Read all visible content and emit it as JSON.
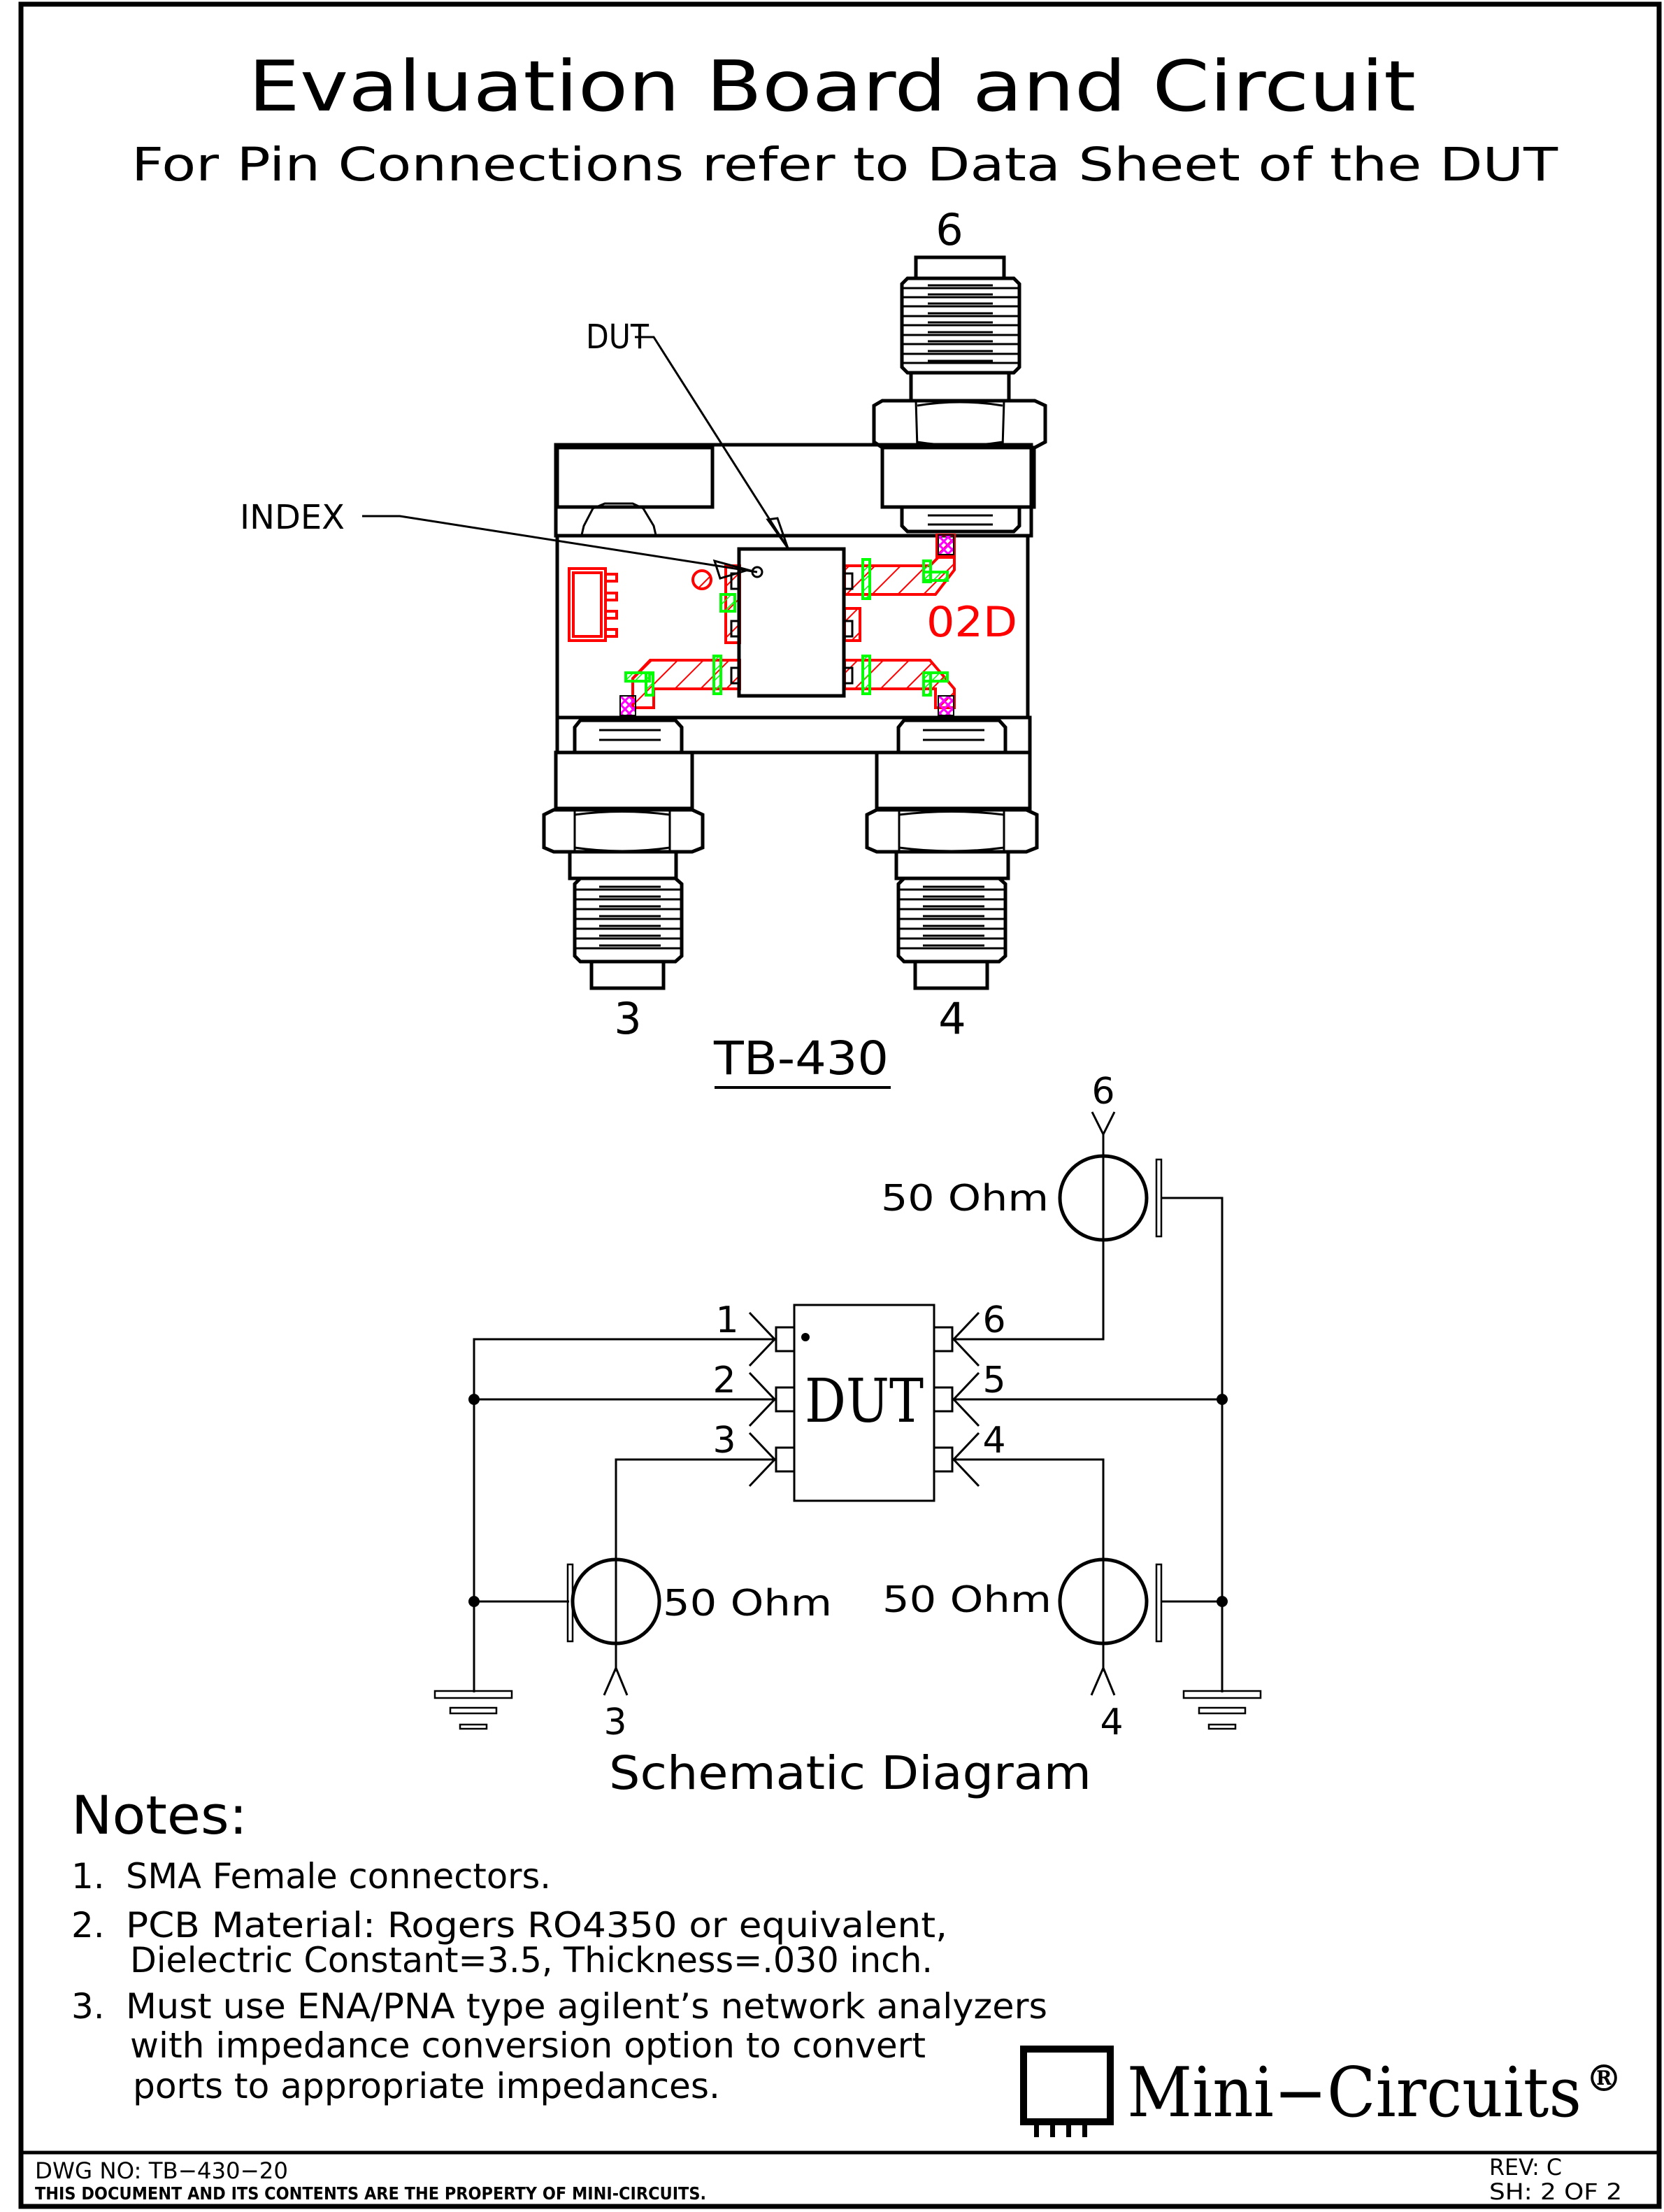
{
  "document": {
    "title": "Evaluation Board and Circuit",
    "subtitle": "For Pin Connections refer to Data Sheet of the DUT"
  },
  "board_view": {
    "labels": {
      "dut": "DUT",
      "index": "INDEX",
      "marking": "02D",
      "board_name": "TB-430"
    },
    "connectors": [
      {
        "port": "6",
        "position": "top"
      },
      {
        "port": "3",
        "position": "bottom-left"
      },
      {
        "port": "4",
        "position": "bottom-right"
      }
    ],
    "colors": {
      "outline": "#000000",
      "copper": "#ff0000",
      "solder_mask": "#00ff00",
      "via": "#ff00ff"
    }
  },
  "schematic": {
    "title": "Schematic Diagram",
    "dut_label": "DUT",
    "pins_left": [
      "1",
      "2",
      "3"
    ],
    "pins_right": [
      "6",
      "5",
      "4"
    ],
    "ports": [
      {
        "port": "6",
        "impedance": "50 Ohm"
      },
      {
        "port": "3",
        "impedance": "50 Ohm"
      },
      {
        "port": "4",
        "impedance": "50 Ohm"
      }
    ]
  },
  "notes": {
    "heading": "Notes:",
    "items": [
      {
        "num": "1.",
        "lines": [
          "SMA Female connectors."
        ]
      },
      {
        "num": "2.",
        "lines": [
          "PCB Material: Rogers RO4350 or equivalent,",
          "Dielectric Constant=3.5, Thickness=.030 inch."
        ]
      },
      {
        "num": "3.",
        "lines": [
          "Must use ENA/PNA type agilent’s network analyzers",
          "with impedance conversion option to convert",
          "ports to appropriate impedances."
        ]
      }
    ]
  },
  "logo": {
    "text": "Mini−Circuits",
    "registered": "®"
  },
  "title_block": {
    "dwg_no": "DWG NO: TB−430−20",
    "property_notice": "THIS DOCUMENT AND ITS CONTENTS ARE THE PROPERTY OF MINI-CIRCUITS.",
    "rev": "REV: C",
    "sheet": "SH: 2 OF 2"
  }
}
